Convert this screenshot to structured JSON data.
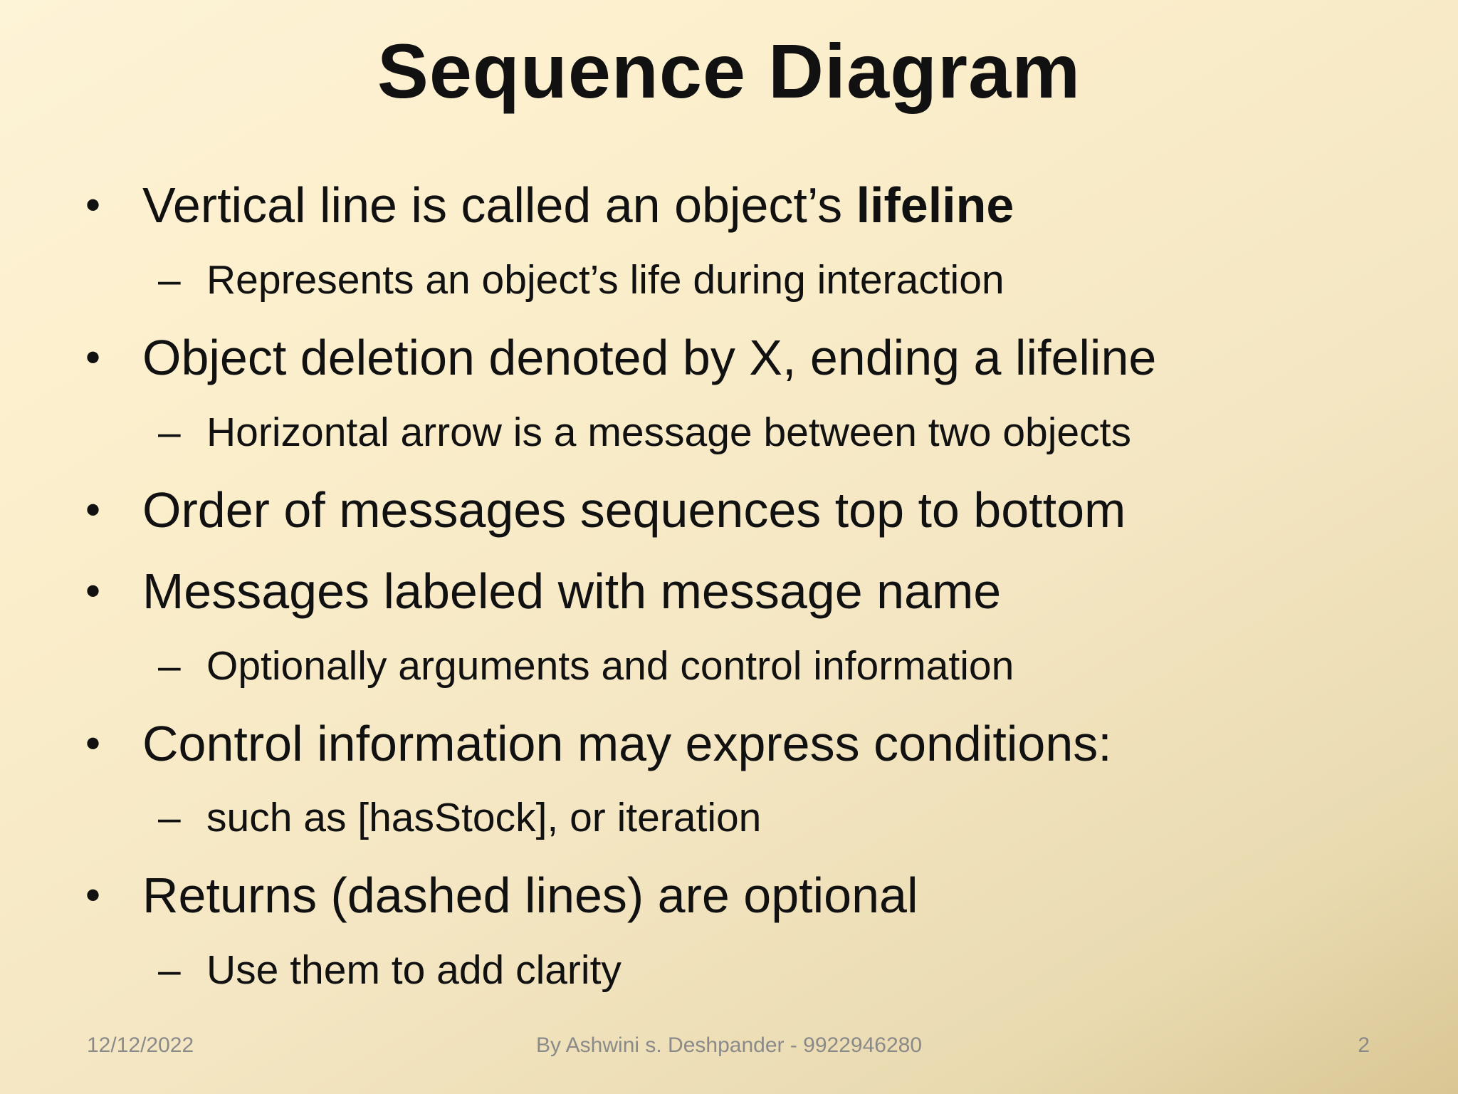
{
  "title": "Sequence Diagram",
  "bullets": [
    {
      "text": "Vertical line is called an object’s ",
      "bold": "lifeline"
    },
    {
      "text": "Represents an object’s life during interaction"
    },
    {
      "text": "Object deletion denoted by X, ending a lifeline"
    },
    {
      "text": "Horizontal arrow is a message between two objects"
    },
    {
      "text": "Order of messages sequences top to bottom"
    },
    {
      "text": "Messages labeled with message name"
    },
    {
      "text": "Optionally arguments and control information"
    },
    {
      "text": "Control information may express conditions:"
    },
    {
      "text": "such as [hasStock], or iteration"
    },
    {
      "text": "Returns (dashed lines) are optional"
    },
    {
      "text": "Use them to add clarity"
    }
  ],
  "markers": {
    "bullet": "•",
    "dash": "–"
  },
  "footer": {
    "date": "12/12/2022",
    "author": "By Ashwini s. Deshpander - 9922946280",
    "page": "2"
  }
}
